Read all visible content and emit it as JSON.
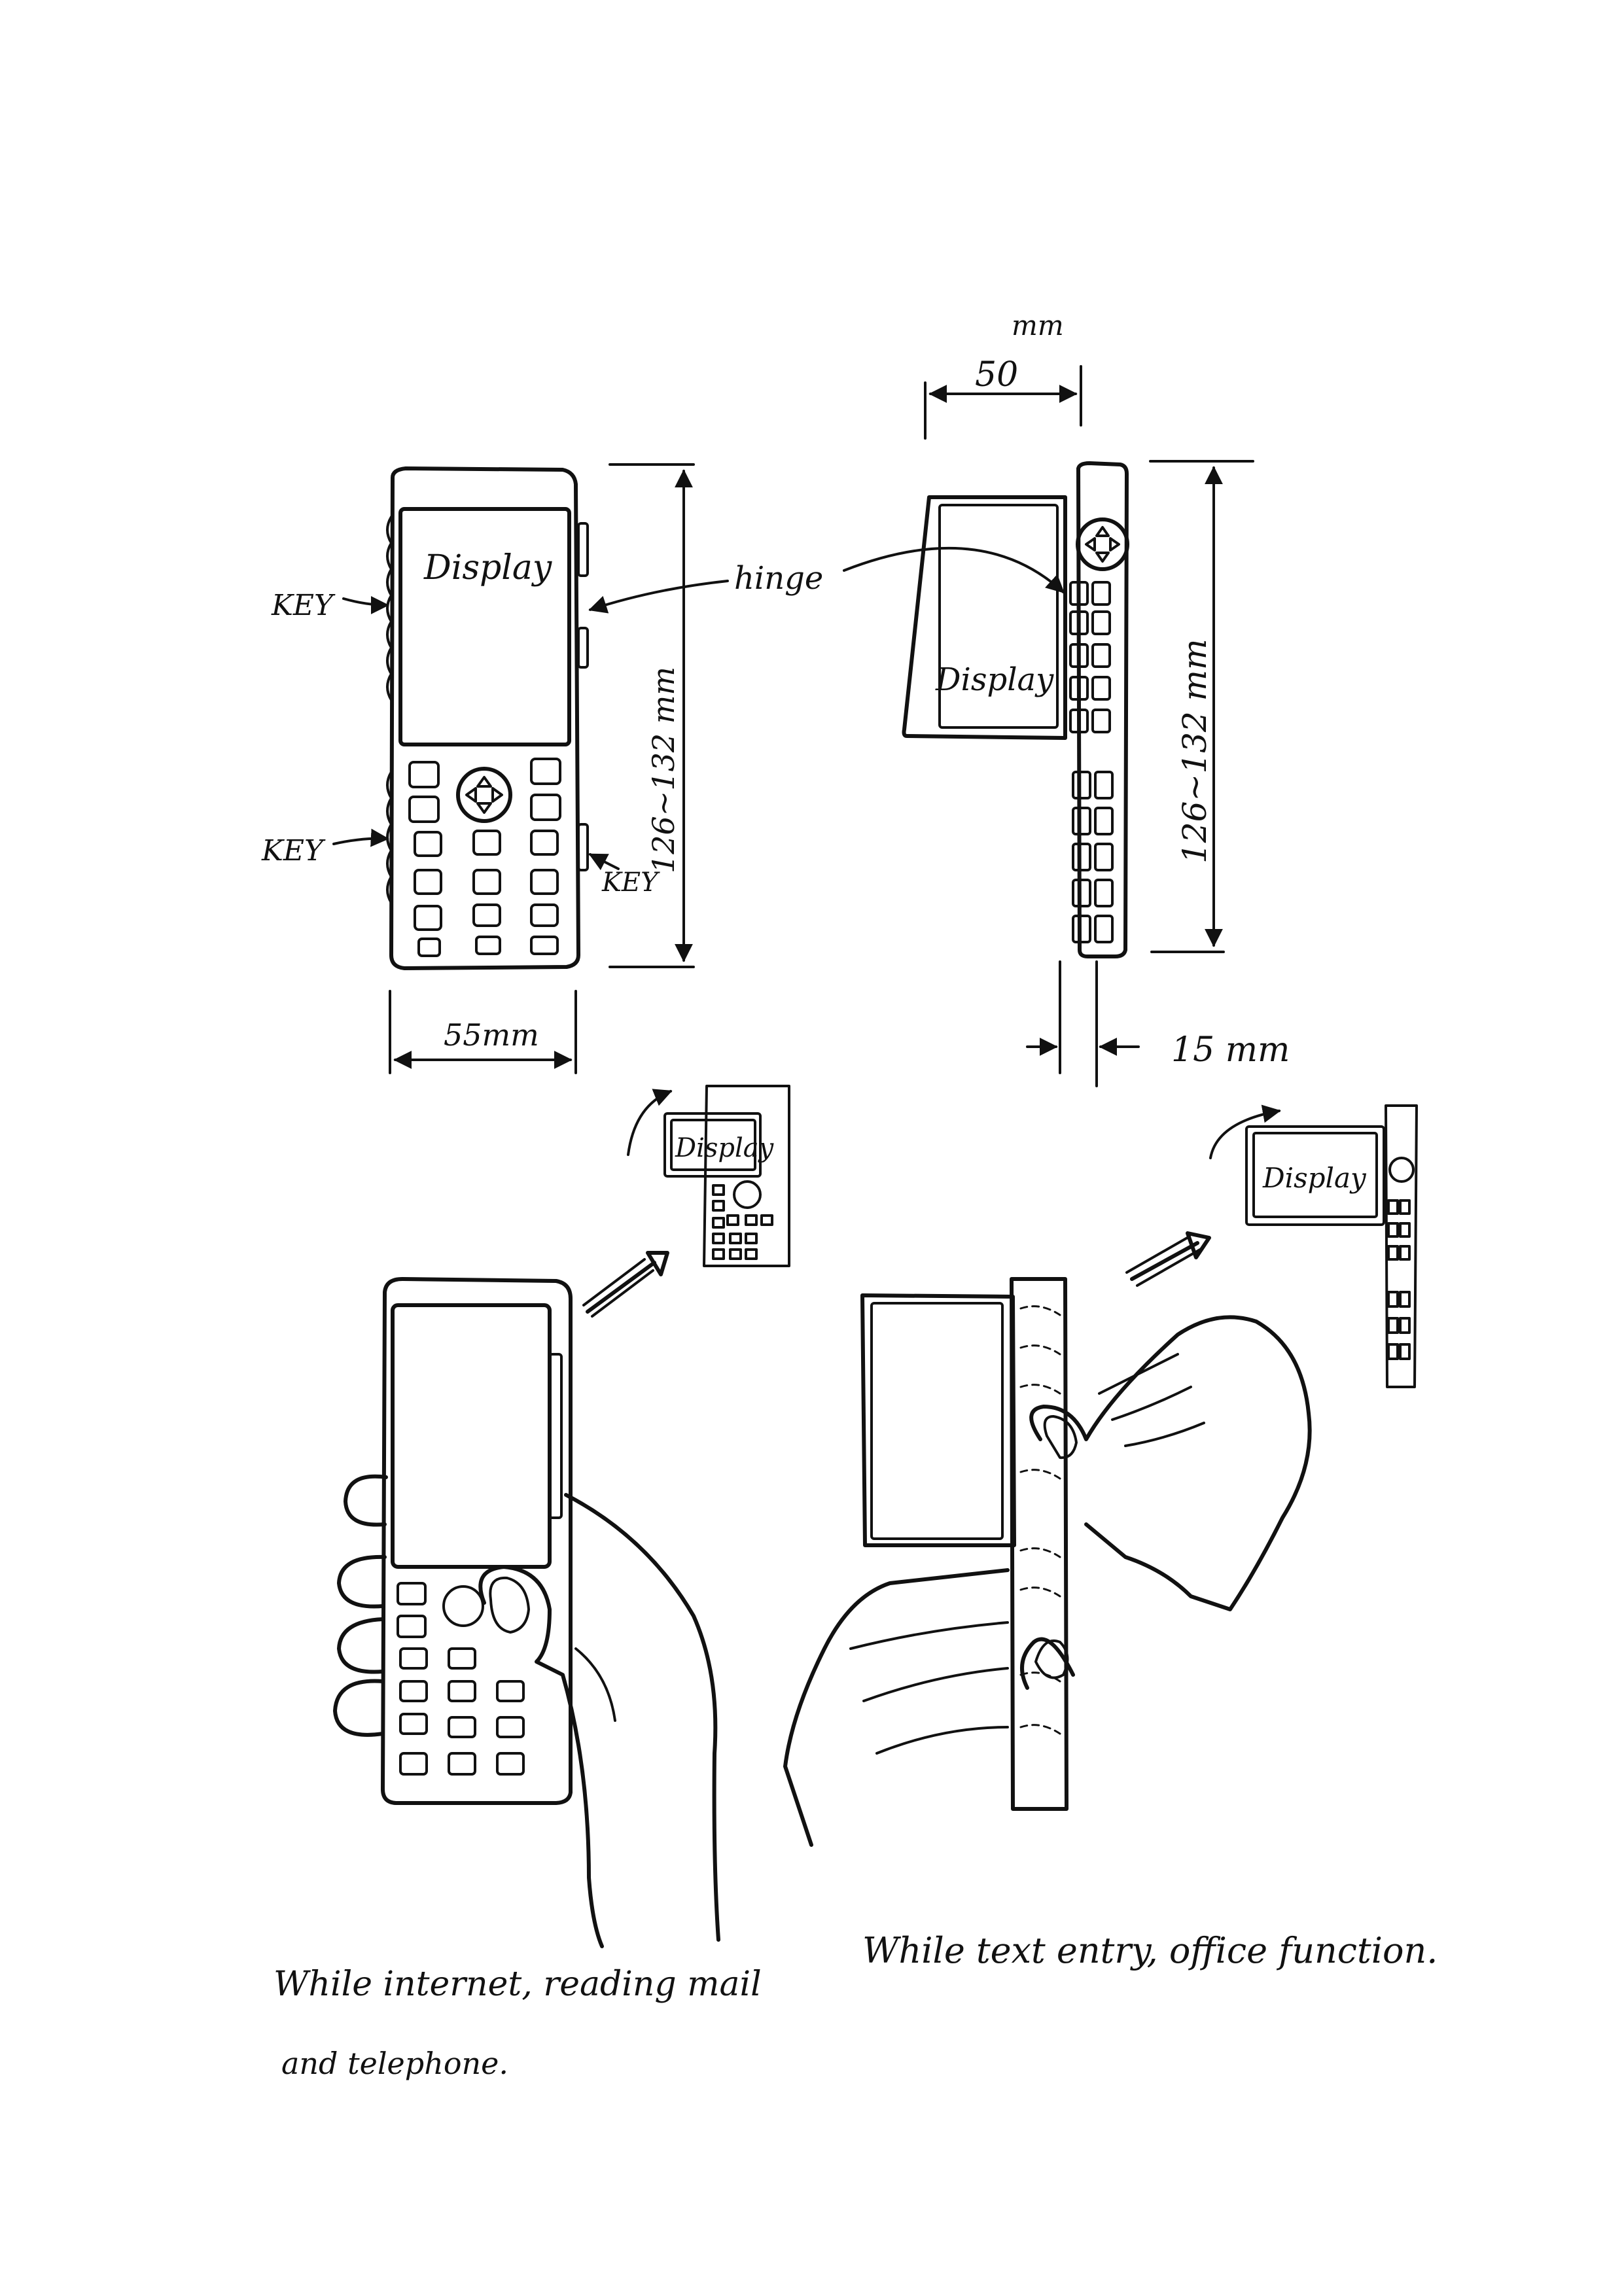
{
  "labels": {
    "display": "Display",
    "key": "KEY",
    "hinge": "hinge",
    "height_dim": "126~132 mm",
    "width_front": "55mm",
    "width_side_value": "50",
    "width_side_unit": "mm",
    "thickness": "15 mm"
  },
  "captions": {
    "left_line1": "While internet, reading mail",
    "left_line2": "and telephone.",
    "right": "While text entry, office function."
  }
}
